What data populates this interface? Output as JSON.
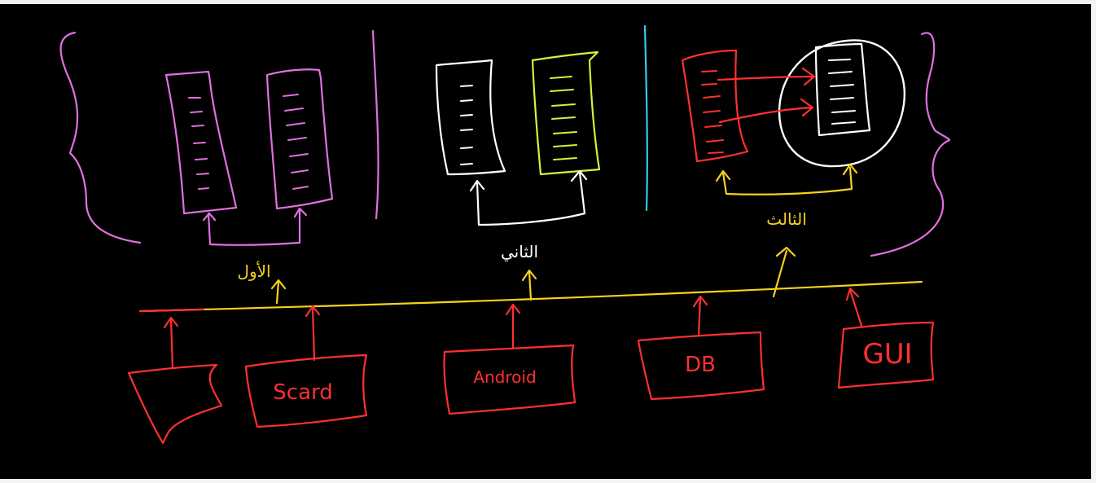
{
  "colors": {
    "background": "#000000",
    "pink": "#e070e0",
    "white": "#ffffff",
    "yellow": "#f5d21b",
    "lime": "#d8f23a",
    "red": "#ff3030",
    "cyan": "#38c8f0"
  },
  "labels": {
    "section1": "الأول",
    "section2": "الثاني",
    "section3": "الثالث"
  },
  "modules": {
    "m1": "",
    "m2": "Scard",
    "m3": "Android",
    "m4": "DB",
    "m5": "GUI"
  }
}
